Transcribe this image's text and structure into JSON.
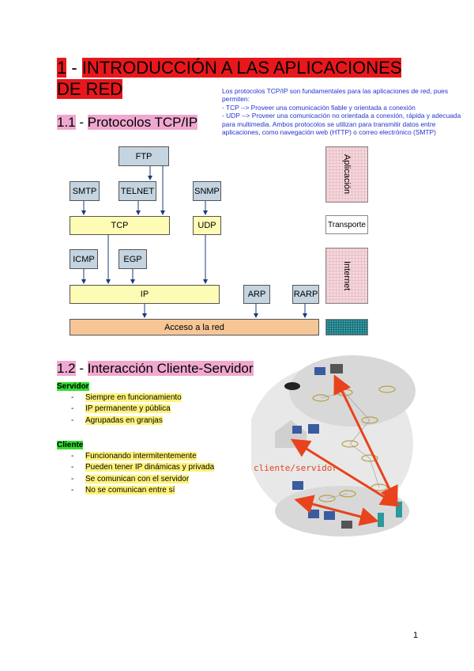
{
  "title": {
    "number": "1",
    "sep": " - ",
    "text": "INTRODUCCIÓN A LAS APLICACIONES DE RED"
  },
  "section1": {
    "number": "1.1",
    "sep": " - ",
    "text": "Protocolos TCP/IP"
  },
  "note": {
    "line1": "Los protocolos TCP/IP son fundamentales para las aplicaciones de red, pues permiten:",
    "line2": "- TCP --> Proveer una comunicación fiable y orientada a conexión",
    "line3": "- UDP --> Proveer una comunicación no orientada a conexión, rápida y adecuada para multimedia. Ambos protocolos se utilizan para transmitir datos entre aplicaciones, como navegación web (HTTP) o correo electrónico (SMTP)"
  },
  "diagram": {
    "ftp": "FTP",
    "smtp": "SMTP",
    "telnet": "TELNET",
    "snmp": "SNMP",
    "tcp": "TCP",
    "udp": "UDP",
    "icmp": "ICMP",
    "egp": "EGP",
    "ip": "IP",
    "arp": "ARP",
    "rarp": "RARP",
    "acceso": "Acceso a la red",
    "layer_app": "Aplicación",
    "layer_transport": "Transporte",
    "layer_internet": "Internet"
  },
  "section2": {
    "number": "1.2",
    "sep": " - ",
    "text": "Interacción Cliente-Servidor"
  },
  "servidor": {
    "label": "Servidor",
    "items": [
      "Siempre en funcionamiento",
      "IP permanente y pública",
      "Agrupadas en granjas"
    ]
  },
  "cliente": {
    "label": "Cliente",
    "items": [
      "Funcionando intermitentemente",
      "Pueden tener IP dinámicas y privada",
      "Se comunican con el servidor",
      "No se comunican entre sí"
    ]
  },
  "figure_label": "cliente/servidor",
  "page_number": "1",
  "colors": {
    "title_highlight": "#e8171c",
    "section_highlight": "#f0a8d0",
    "arrow": "#e8431c",
    "note_text": "#2233cc"
  }
}
